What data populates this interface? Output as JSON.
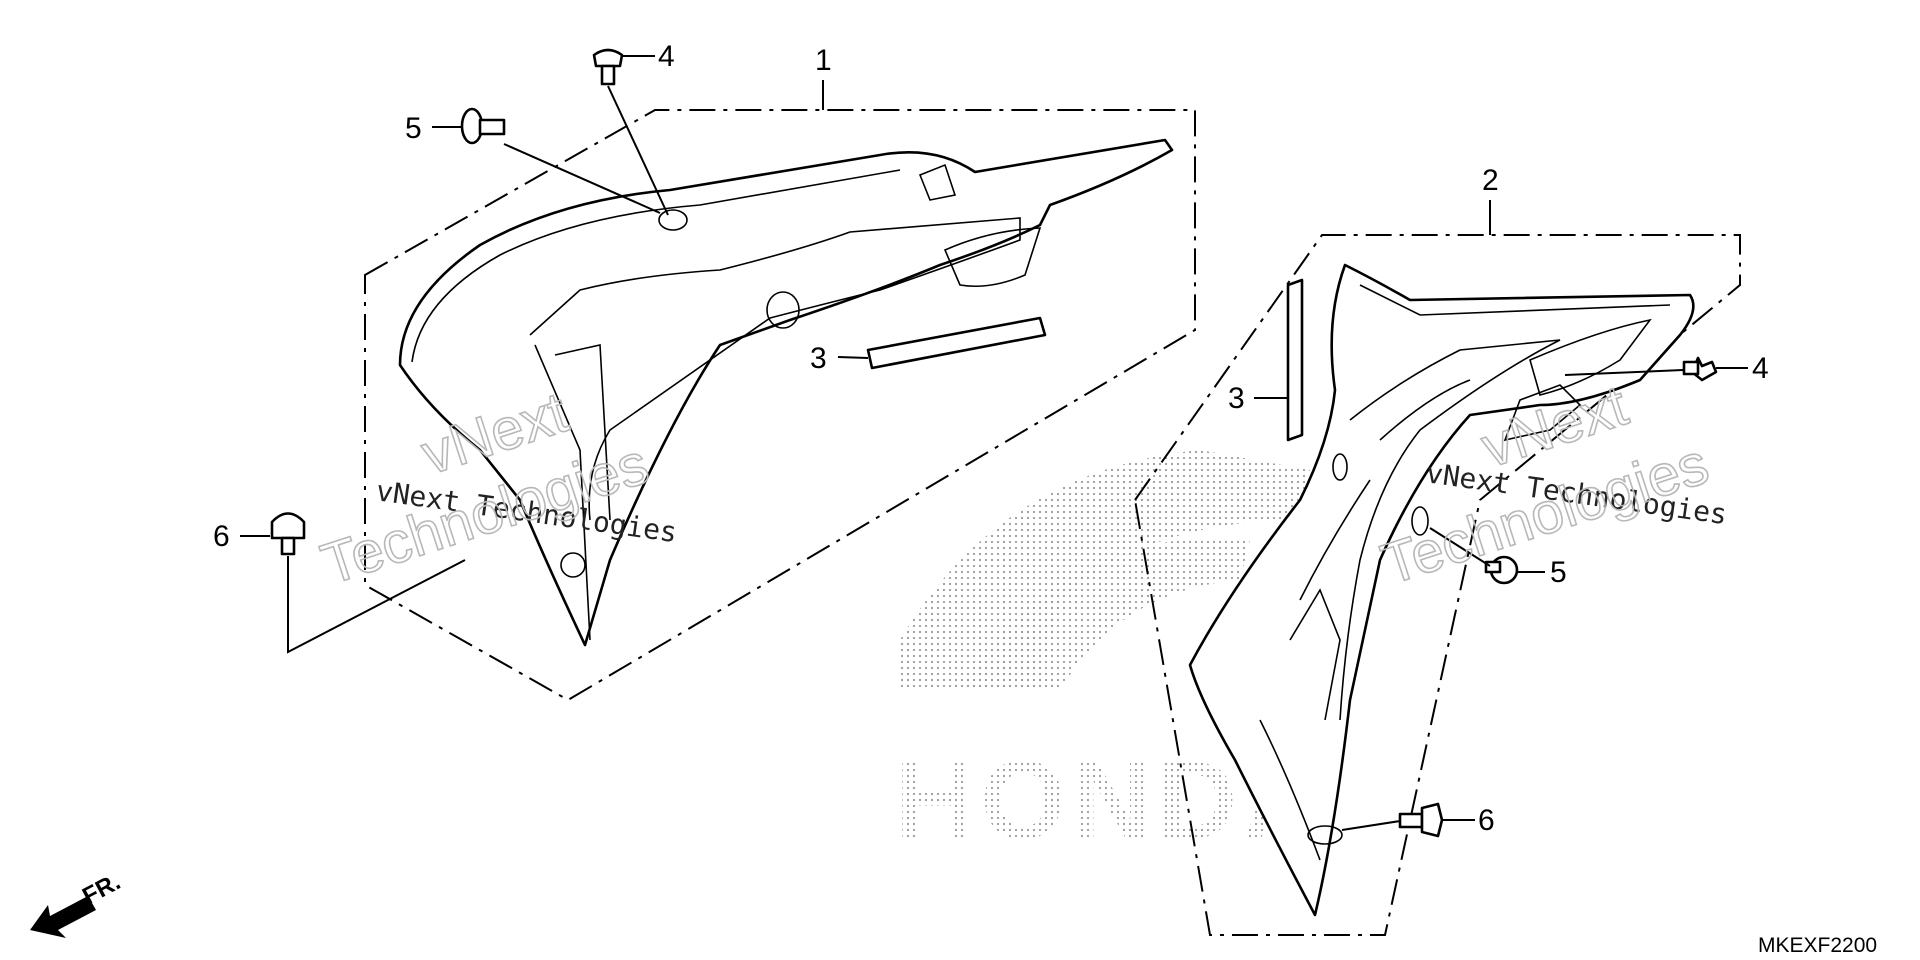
{
  "callouts": {
    "left_shroud": "1",
    "right_shroud": "2",
    "stripe_left": "3",
    "stripe_right": "3",
    "bolt_a_left": "4",
    "bolt_a_right": "4",
    "bolt_b_left": "5",
    "bolt_b_right": "5",
    "clip_left": "6",
    "clip_right": "6"
  },
  "front_marker": "FR.",
  "diagram_code": "MKEXF2200",
  "watermark": {
    "mono_text": "vNext Technologies",
    "outline_line1": "vNext",
    "outline_line2": "Technologies"
  },
  "logo": {
    "wordmark": "HONDA"
  }
}
